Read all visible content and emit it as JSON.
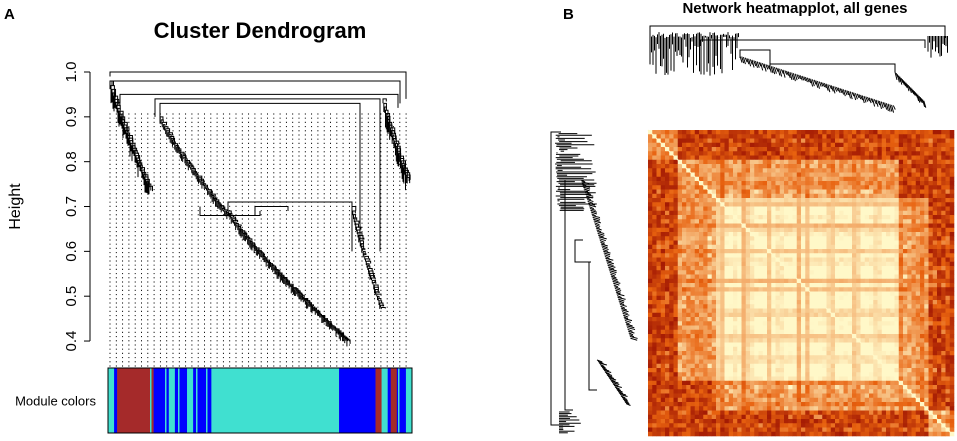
{
  "panel_a": {
    "letter": "A",
    "title": "Cluster Dendrogram",
    "ylabel": "Height",
    "module_colors_label": "Module colors"
  },
  "panel_b": {
    "letter": "B",
    "title": "Network heatmapplot, all genes"
  },
  "colors": {
    "turquoise": "#40e0d0",
    "blue": "#0000ff",
    "brown": "#a52a2a",
    "grey": "#999999",
    "heat_hot": "#8b0000",
    "heat_mid": "#e8620f",
    "heat_light": "#fff8c8"
  },
  "chart_data": [
    {
      "type": "dendrogram",
      "title": "Cluster Dendrogram",
      "xlabel": "",
      "ylabel": "Height",
      "ylim": [
        0.38,
        1.0
      ],
      "y_ticks": [
        0.4,
        0.5,
        0.6,
        0.7,
        0.8,
        0.9,
        1.0
      ],
      "merge_heights": [
        1.0,
        0.98,
        0.95,
        0.94,
        0.93,
        0.9,
        0.71,
        0.7,
        0.68,
        0.45,
        0.42
      ],
      "module_color_bar": {
        "label": "Module colors",
        "segments": [
          {
            "color": "turquoise",
            "fraction": 0.02
          },
          {
            "color": "blue",
            "fraction": 0.01
          },
          {
            "color": "brown",
            "fraction": 0.12
          },
          {
            "color": "blue",
            "fraction": 0.05
          },
          {
            "color": "turquoise",
            "fraction": 0.02
          },
          {
            "color": "blue",
            "fraction": 0.04
          },
          {
            "color": "turquoise",
            "fraction": 0.02
          },
          {
            "color": "blue",
            "fraction": 0.06
          },
          {
            "color": "turquoise",
            "fraction": 0.42
          },
          {
            "color": "blue",
            "fraction": 0.12
          },
          {
            "color": "brown",
            "fraction": 0.02
          },
          {
            "color": "turquoise",
            "fraction": 0.02
          },
          {
            "color": "blue",
            "fraction": 0.01
          },
          {
            "color": "brown",
            "fraction": 0.02
          },
          {
            "color": "blue",
            "fraction": 0.03
          },
          {
            "color": "turquoise",
            "fraction": 0.02
          }
        ]
      }
    },
    {
      "type": "heatmap",
      "title": "Network heatmapplot, all genes",
      "modules": [
        {
          "color": "brown",
          "fraction": 0.1
        },
        {
          "color": "blue",
          "fraction": 0.12
        },
        {
          "color": "turquoise",
          "fraction": 0.6
        },
        {
          "color": "blue",
          "fraction": 0.1
        },
        {
          "color": "brown",
          "fraction": 0.08
        }
      ],
      "scale": "dark red = high topological overlap, light yellow = low"
    }
  ]
}
